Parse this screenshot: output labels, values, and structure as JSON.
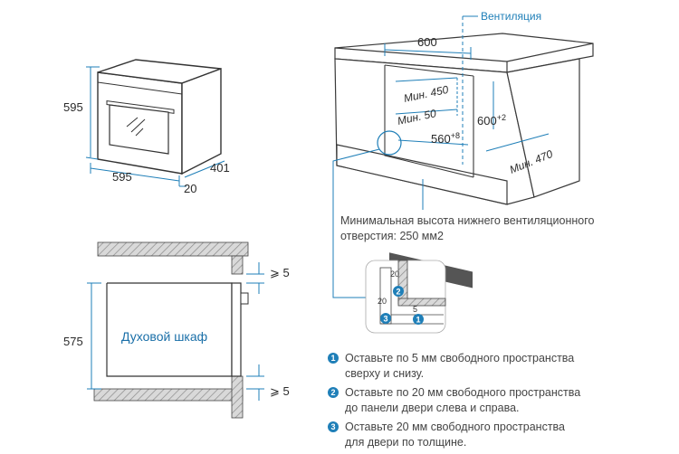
{
  "oven_view": {
    "height": "595",
    "width": "595",
    "depth": "401",
    "door": "20"
  },
  "cabinet_view": {
    "ventilation_label": "Вентиляция",
    "width": "600",
    "min_450": "Мин. 450",
    "min_50": "Мин. 50",
    "opening_height": "600",
    "opening_height_sup": "+2",
    "opening_width": "560",
    "opening_width_sup": "+8",
    "min_470": "Мин. 470"
  },
  "vent_caption": "Минимальная высота нижнего вентиляционного отверстия: 250 мм2",
  "detail": {
    "gap_top": "20",
    "gap_side": "20",
    "gap_bottom": "5",
    "marker_1": "1",
    "marker_2": "2",
    "marker_3": "3"
  },
  "section_view": {
    "label": "Духовой шкаф",
    "height": "575",
    "gap_top": "5",
    "gap_bottom": "5",
    "ge": "⩾"
  },
  "notes": [
    {
      "num": "1",
      "text": "Оставьте по 5 мм свободного пространства\nсверху и снизу."
    },
    {
      "num": "2",
      "text": "Оставьте по 20 мм свободного пространства\nдо панели двери слева и справа."
    },
    {
      "num": "3",
      "text": "Оставьте 20 мм свободного пространства\nдля двери по толщине."
    }
  ],
  "colors": {
    "accent": "#1f7fb8",
    "line": "#3a3a3a",
    "hatch": "#9a9a9a"
  }
}
